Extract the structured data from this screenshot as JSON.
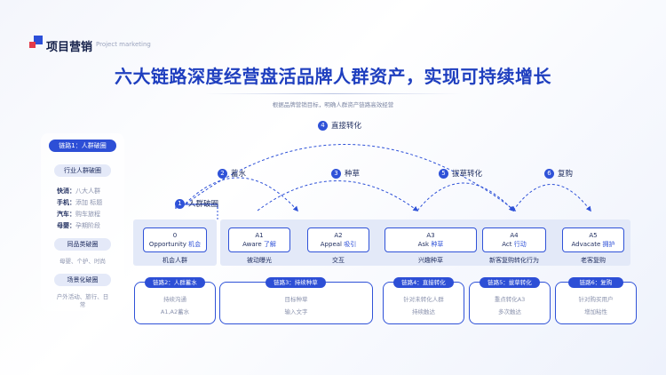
{
  "header": {
    "title": "项目营销",
    "subtitle_en": "Project marketing"
  },
  "main_title": "六大链路深度经营盘活品牌人群资产，实现可持续增长",
  "sub_title": "根据品牌营销目标，明确人群资产链路高效经营",
  "left_panel": {
    "pill": "链路1：人群破圈",
    "section1_head": "行业人群破圈",
    "rows": [
      {
        "key": "快消：",
        "value": "八大人群"
      },
      {
        "key": "手机：",
        "value": "添加 标题"
      },
      {
        "key": "汽车：",
        "value": "购车旅程"
      },
      {
        "key": "母婴：",
        "value": "孕期阶段"
      }
    ],
    "section2_head": "同品类破圈",
    "section2_text": "母婴、个护、时尚",
    "section3_head": "场景化破圈",
    "section3_text_1": "户外活动、旅行、日",
    "section3_text_2": "常"
  },
  "arcs": [
    {
      "num": "1",
      "label": "人群破圈"
    },
    {
      "num": "2",
      "label": "蓄水"
    },
    {
      "num": "3",
      "label": "种草"
    },
    {
      "num": "4",
      "label": "直接转化"
    },
    {
      "num": "5",
      "label": "拔草转化"
    },
    {
      "num": "6",
      "label": "复购"
    }
  ],
  "stages": [
    {
      "code": "0",
      "en": "Opportunity",
      "cn": "机会",
      "below": "机会人群"
    },
    {
      "code": "A1",
      "en": "Aware",
      "cn": "了解",
      "below": "被动曝光"
    },
    {
      "code": "A2",
      "en": "Appeal",
      "cn": "吸引",
      "below": "交互"
    },
    {
      "code": "A3",
      "en": "Ask",
      "cn": "种草",
      "below": "兴趣种草"
    },
    {
      "code": "A4",
      "en": "Act",
      "cn": "行动",
      "below": "新客复购转化行为"
    },
    {
      "code": "A5",
      "en": "Advacate",
      "cn": "拥护",
      "below": "老客复购"
    }
  ],
  "cards": [
    {
      "pill": "链路2：人群蓄水",
      "lines": [
        "持续沟通",
        "A1,A2蓄水"
      ]
    },
    {
      "pill": "链路3：持续种草",
      "lines": [
        "目标种草",
        "输入文字"
      ]
    },
    {
      "pill": "链路4：直接转化",
      "lines": [
        "针对未转化人群",
        "持续触达"
      ]
    },
    {
      "pill": "链路5：拔草转化",
      "lines": [
        "重点转化A3",
        "多次触达"
      ]
    },
    {
      "pill": "链路6：复购",
      "lines": [
        "针对购买用户",
        "增加粘性"
      ]
    }
  ],
  "colors": {
    "accent": "#2f52d8",
    "accent_dark": "#2d4fd6",
    "text_dark": "#1e2c5e",
    "text_muted": "#8a92ad",
    "band": "#e3e9f8",
    "brand_red": "#e23a4a"
  }
}
